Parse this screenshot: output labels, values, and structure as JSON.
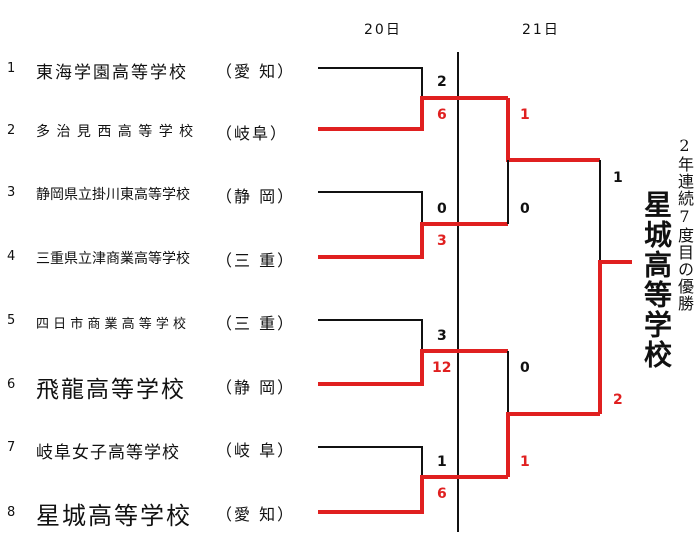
{
  "days": {
    "first": "20日",
    "second": "21日"
  },
  "teams": [
    {
      "no": "1",
      "name": "東海学園高等学校",
      "pref": "（愛 知）"
    },
    {
      "no": "2",
      "name": "多 治 見 西 高 等 学 校",
      "pref": "（岐阜）"
    },
    {
      "no": "3",
      "name": "静岡県立掛川東高等学校",
      "pref": "（静 岡）"
    },
    {
      "no": "4",
      "name": "三重県立津商業高等学校",
      "pref": "（三 重）"
    },
    {
      "no": "5",
      "name": "四 日 市 商 業 高 等 学 校",
      "pref": "（三 重）"
    },
    {
      "no": "6",
      "name": "飛龍高等学校",
      "pref": "（静 岡）"
    },
    {
      "no": "7",
      "name": "岐阜女子高等学校",
      "pref": "（岐 阜）"
    },
    {
      "no": "8",
      "name": "星城高等学校",
      "pref": "（愛 知）"
    }
  ],
  "round1_scores": [
    {
      "top": "2",
      "bottom": "6"
    },
    {
      "top": "0",
      "bottom": "3"
    },
    {
      "top": "3",
      "bottom": "12"
    },
    {
      "top": "1",
      "bottom": "6"
    }
  ],
  "round2_scores": [
    {
      "top": "1",
      "bottom": "0"
    },
    {
      "top": "0",
      "bottom": "1"
    }
  ],
  "final_scores": {
    "top": "1",
    "bottom": "2"
  },
  "champion": {
    "name": "星城高等学校",
    "note": "2年連続7度目の優勝"
  },
  "colors": {
    "winner_line": "#e02020",
    "line": "#111111"
  }
}
